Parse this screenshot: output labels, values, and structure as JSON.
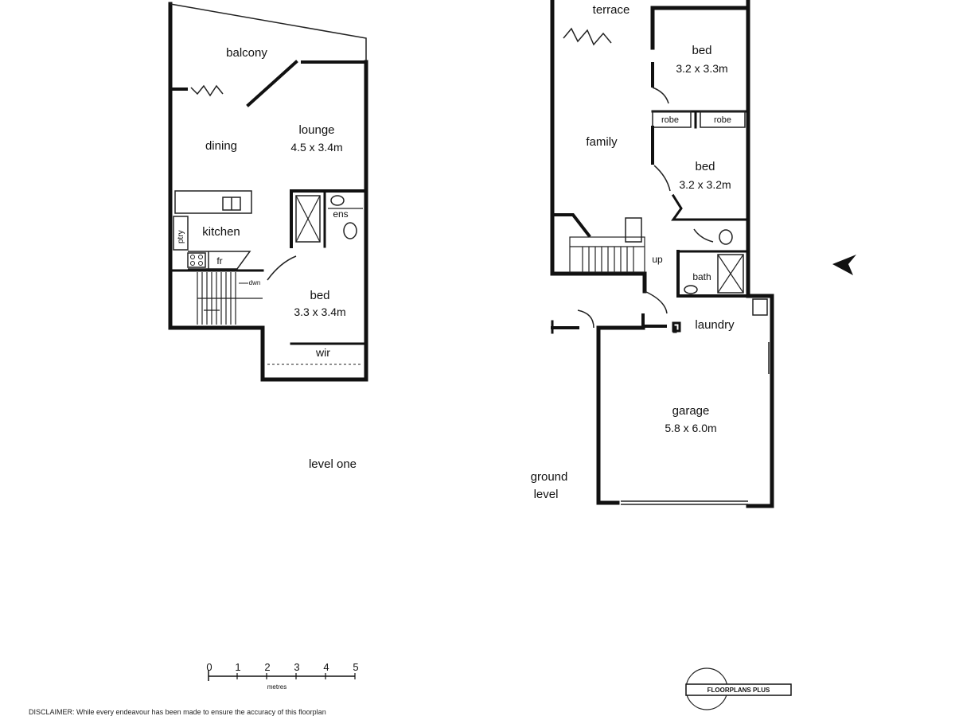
{
  "level_one": {
    "title": "level one",
    "rooms": {
      "balcony": "balcony",
      "dining": "dining",
      "lounge": "lounge",
      "lounge_size": "4.5 x 3.4m",
      "kitchen": "kitchen",
      "ptry": "ptry",
      "fr": "fr",
      "ens": "ens",
      "dwn": "dwn",
      "bed": "bed",
      "bed_size": "3.3 x 3.4m",
      "wir": "wir"
    }
  },
  "ground_level": {
    "title_line1": "ground",
    "title_line2": "level",
    "rooms": {
      "terrace": "terrace",
      "bed1": "bed",
      "bed1_size": "3.2 x 3.3m",
      "robe1": "robe",
      "robe2": "robe",
      "family": "family",
      "bed2": "bed",
      "bed2_size": "3.2 x 3.2m",
      "up": "up",
      "bath": "bath",
      "laundry": "laundry",
      "garage": "garage",
      "garage_size": "5.8 x 6.0m"
    }
  },
  "scale": {
    "ticks": [
      "0",
      "1",
      "2",
      "3",
      "4",
      "5"
    ],
    "unit": "metres"
  },
  "logo": {
    "text": "FLOORPLANS PLUS"
  },
  "disclaimer": "DISCLAIMER: While every endeavour has been made to ensure the accuracy of this floorplan"
}
